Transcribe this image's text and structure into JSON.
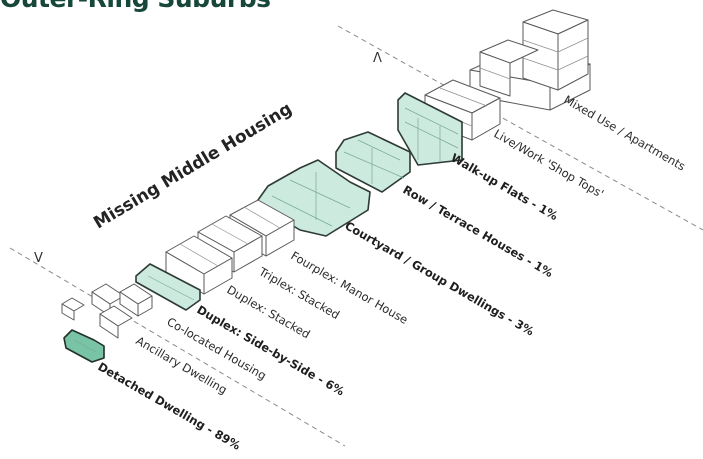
{
  "title": "Outer-Ring Suburbs",
  "group_title": "Missing Middle Housing",
  "chevron_left": "V",
  "chevron_right": "Λ",
  "accent_color": "#79c3a6",
  "title_color": "#17463a",
  "labels": {
    "detached": "Detached Dwelling - 89%",
    "ancillary": "Ancillary Dwelling",
    "colocated": "Co-located Housing",
    "duplex_side": "Duplex: Side-by-Side - 6%",
    "duplex_stacked": "Duplex: Stacked",
    "triplex": "Triplex: Stacked",
    "fourplex": "Fourplex: Manor House",
    "courtyard": "Courtyard / Group Dwellings - 3%",
    "row": "Row / Terrace Houses - 1%",
    "walkup": "Walk-up Flats - 1%",
    "livework": "Live/Work 'Shop Tops'",
    "mixeduse": "Mixed Use / Apartments"
  }
}
